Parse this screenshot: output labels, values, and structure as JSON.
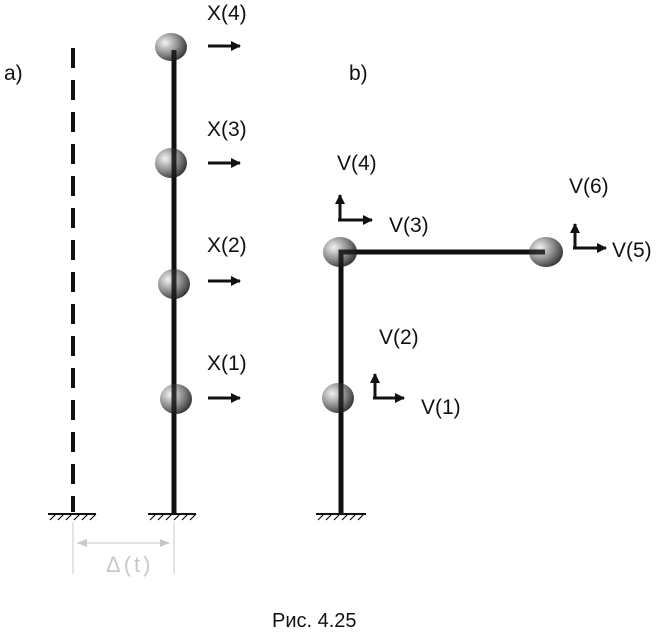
{
  "panel_a": {
    "label": "a)",
    "dofs": [
      "X(1)",
      "X(2)",
      "X(3)",
      "X(4)"
    ],
    "dimension_label": "Δ(t)"
  },
  "panel_b": {
    "label": "b)",
    "dofs": [
      "V(1)",
      "V(2)",
      "V(3)",
      "V(4)",
      "V(5)",
      "V(6)"
    ]
  },
  "caption": "Рис. 4.25"
}
